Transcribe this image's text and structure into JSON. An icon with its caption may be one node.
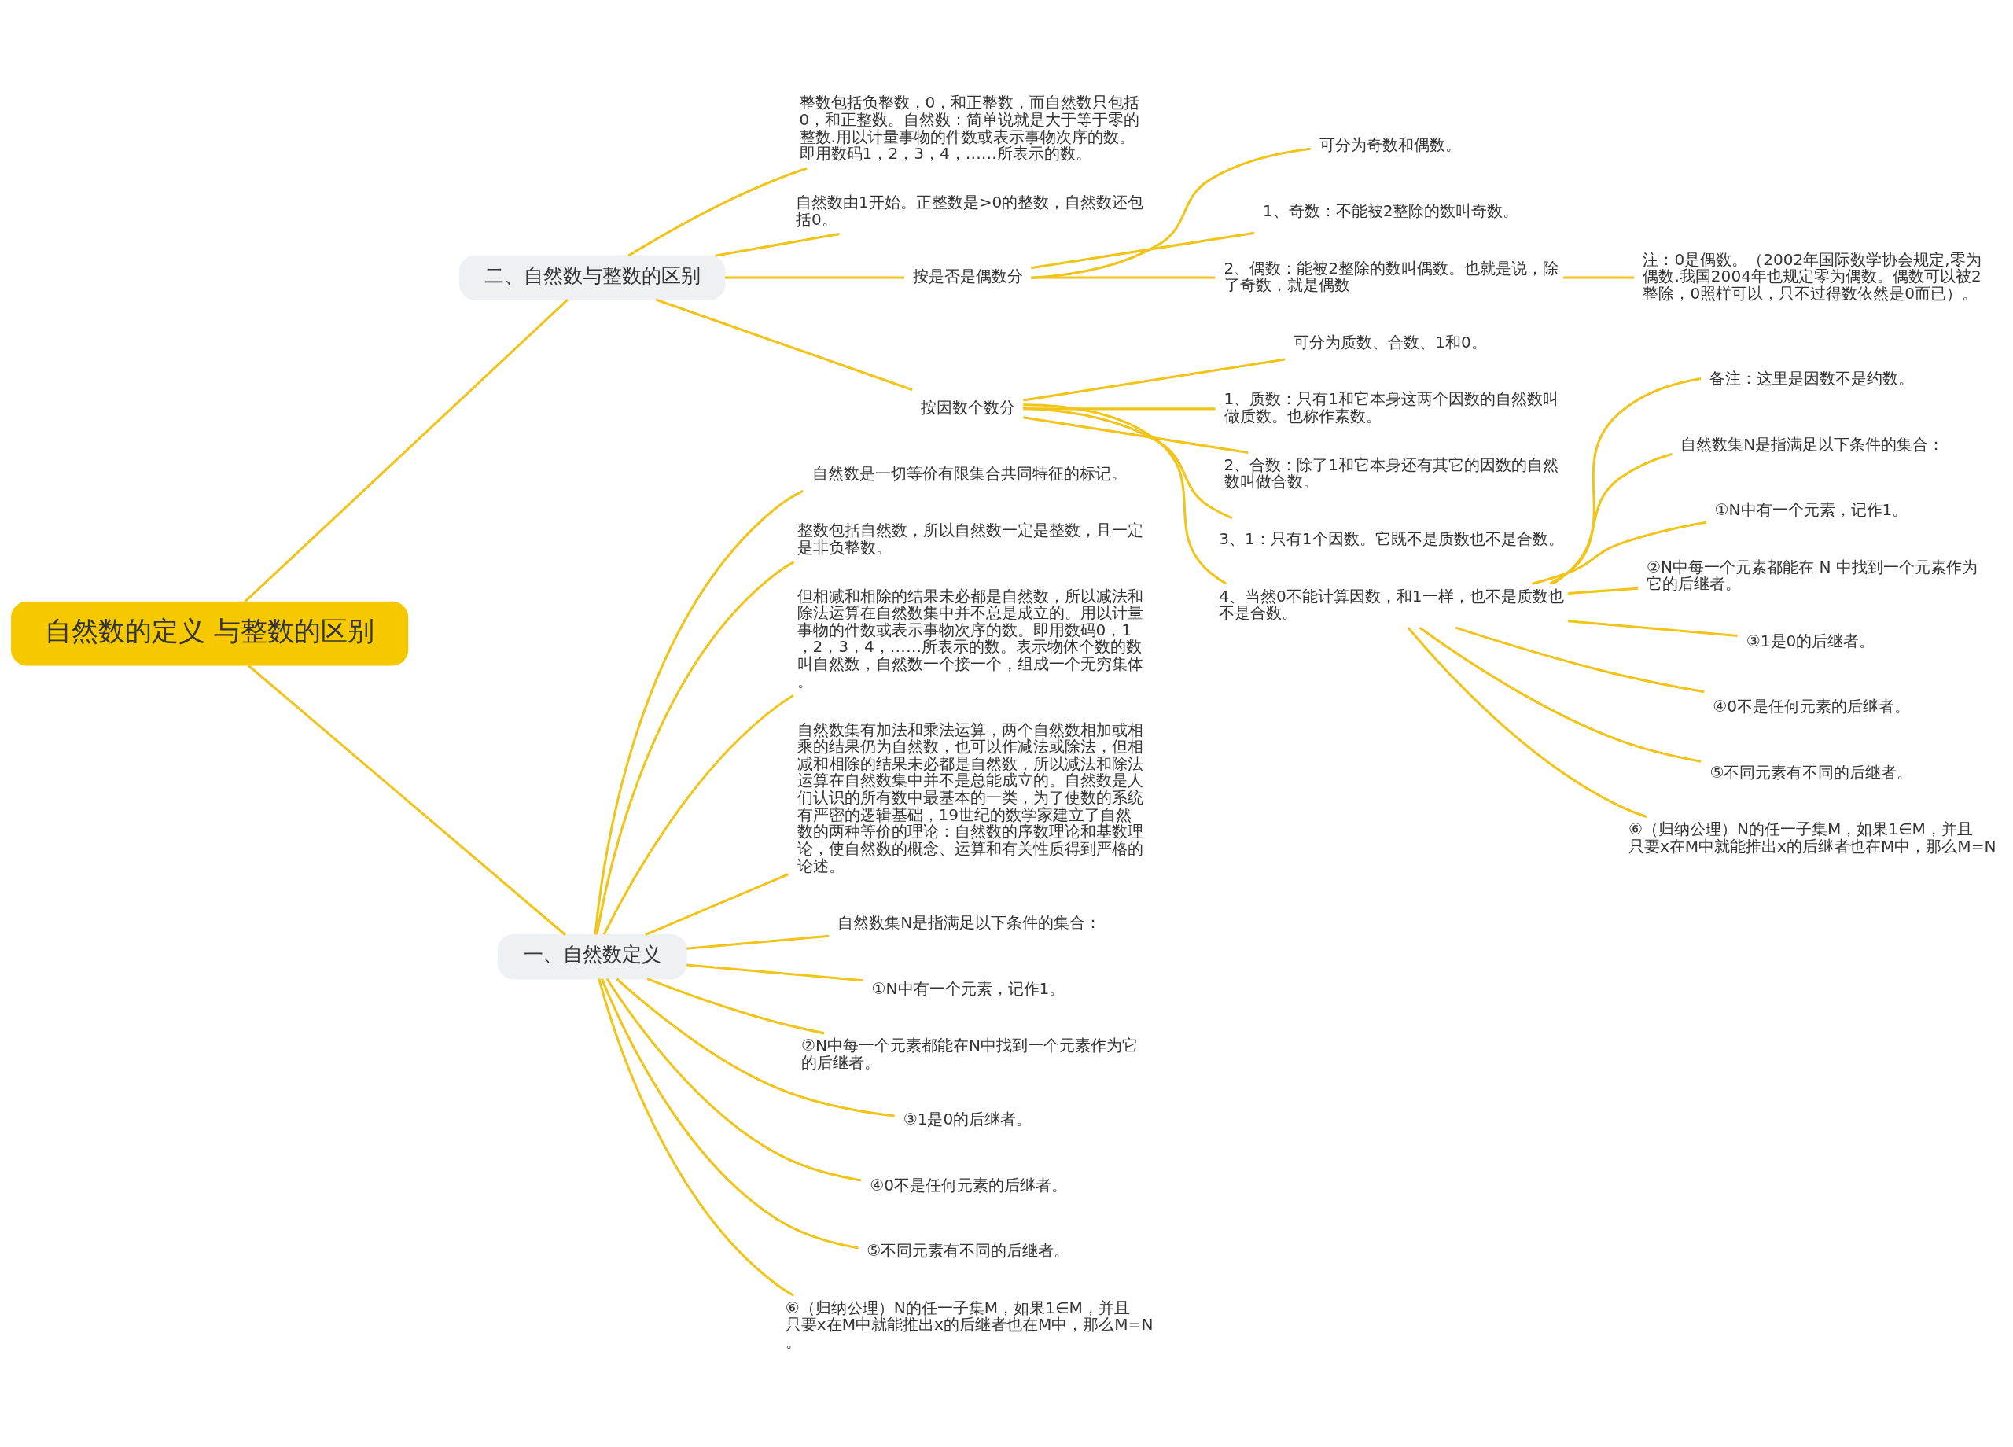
{
  "diagram": {
    "nodes": [
      {
        "text": [
          "自然数的定义 与整数的区别"
        ]
      },
      {
        "text": [
          "二、自然数与整数的区别"
        ]
      },
      {
        "text": [
          "整数包括负整数，0，和正整数，而自然数只包括0，和正整数。自然数：简单说就是大于等于零的整数.用以计量事物的件数或表示事物次序的数。即用数码1，2，3，4，……所表示的数。"
        ]
      },
      {
        "text": [
          "自然数由1开始。正整数是>0的整数，自然数还包括0。"
        ]
      },
      {
        "text": [
          "按是否是偶数分"
        ]
      },
      {
        "text": [
          "可分为奇数和偶数。"
        ]
      },
      {
        "text": [
          "1、奇数：不能被2整除的数叫奇数。"
        ]
      },
      {
        "text": [
          "2、偶数：能被2整除的数叫偶数。也就是说，除了奇数，就是偶数"
        ]
      },
      {
        "text": [
          "注：0是偶数。（2002年国际数学协会规定,零为偶数.我国2004年也规定零为偶数。偶数可以被2整除，0照样可以，只不过得数依然是0而已）。"
        ]
      },
      {
        "text": [
          "按因数个数分"
        ]
      },
      {
        "text": [
          "可分为质数、合数、1和0。"
        ]
      },
      {
        "text": [
          "1、质数：只有1和它本身这两个因数的自然数叫做质数。也称作素数。"
        ]
      },
      {
        "text": [
          "2、合数：除了1和它本身还有其它的因数的自然数叫做合数。"
        ]
      },
      {
        "text": [
          "3、1：只有1个因数。它既不是质数也不是合数。"
        ]
      },
      {
        "text": [
          "4、当然0不能计算因数，和1一样，也不是质数也不是合数。"
        ]
      },
      {
        "text": [
          "备注：这里是因数不是约数。"
        ]
      },
      {
        "text": [
          "自然数集N是指满足以下条件的集合："
        ]
      },
      {
        "text": [
          "①N中有一个元素，记作1。"
        ]
      },
      {
        "text": [
          "②N中每一个元素都能在 N 中找到一个元素作为它的后继者。"
        ]
      },
      {
        "text": [
          "③1是0的后继者。"
        ]
      },
      {
        "text": [
          "④0不是任何元素的后继者。"
        ]
      },
      {
        "text": [
          "⑤不同元素有不同的后继者。"
        ]
      },
      {
        "text": [
          "⑥（归纳公理）N的任一子集M，如果1∈M，并且只要x在M中就能推出x的后继者也在M中，那么M=N"
        ]
      },
      {
        "text": [
          "一、自然数定义"
        ]
      },
      {
        "text": [
          "自然数是一切等价有限集合共同特征的标记。"
        ]
      },
      {
        "text": [
          "整数包括自然数，所以自然数一定是整数，且一定是非负整数。"
        ]
      },
      {
        "text": [
          "但相减和相除的结果未必都是自然数，所以减法和除法运算在自然数集中并不总是成立的。用以计量事物的件数或表示事物次序的数。即用数码0，1，2，3，4，……所表示的数。表示物体个数的数叫自然数，自然数一个接一个，组成一个无穷集体。"
        ]
      },
      {
        "text": [
          "自然数集有加法和乘法运算，两个自然数相加或相乘的结果仍为自然数，也可以作减法或除法，但相减和相除的结果未必都是自然数，所以减法和除法运算在自然数集中并不是总能成立的。自然数是人们认识的所有数中最基本的一类，为了使数的系统有严密的逻辑基础，19世纪的数学家建立了自然数的两种等价的理论：自然数的序数理论和基数理论，使自然数的概念、运算和有关性质得到严格的论述。"
        ]
      },
      {
        "text": [
          "自然数集N是指满足以下条件的集合："
        ]
      },
      {
        "text": [
          "①N中有一个元素，记作1。"
        ]
      },
      {
        "text": [
          "②N中每一个元素都能在N中找到一个元素作为它的后继者。"
        ]
      },
      {
        "text": [
          "③1是0的后继者。"
        ]
      },
      {
        "text": [
          "④0不是任何元素的后继者。"
        ]
      },
      {
        "text": [
          "⑤不同元素有不同的后继者。"
        ]
      },
      {
        "text": [
          "⑥（归纳公理）N的任一子集M，如果1∈M，并且只要x在M中就能推出x的后继者也在M中，那么M=N。"
        ]
      }
    ],
    "edges": [
      {
        "from": 0,
        "to": 1,
        "arrow": "none"
      },
      {
        "from": 1,
        "to": 2,
        "arrow": "none"
      },
      {
        "from": 1,
        "to": 3,
        "arrow": "none"
      },
      {
        "from": 1,
        "to": 4,
        "arrow": "none"
      },
      {
        "from": 4,
        "to": 5,
        "arrow": "none"
      },
      {
        "from": 4,
        "to": 6,
        "arrow": "none"
      },
      {
        "from": 4,
        "to": 7,
        "arrow": "none"
      },
      {
        "from": 7,
        "to": 8,
        "arrow": "none"
      },
      {
        "from": 1,
        "to": 9,
        "arrow": "none"
      },
      {
        "from": 9,
        "to": 10,
        "arrow": "none"
      },
      {
        "from": 9,
        "to": 11,
        "arrow": "none"
      },
      {
        "from": 9,
        "to": 12,
        "arrow": "none"
      },
      {
        "from": 9,
        "to": 13,
        "arrow": "none"
      },
      {
        "from": 9,
        "to": 14,
        "arrow": "none"
      },
      {
        "from": 14,
        "to": 15,
        "arrow": "none"
      },
      {
        "from": 14,
        "to": 16,
        "arrow": "none"
      },
      {
        "from": 14,
        "to": 17,
        "arrow": "none"
      },
      {
        "from": 14,
        "to": 18,
        "arrow": "none"
      },
      {
        "from": 14,
        "to": 19,
        "arrow": "none"
      },
      {
        "from": 14,
        "to": 20,
        "arrow": "none"
      },
      {
        "from": 14,
        "to": 21,
        "arrow": "none"
      },
      {
        "from": 14,
        "to": 22,
        "arrow": "none"
      },
      {
        "from": 0,
        "to": 23,
        "arrow": "none"
      },
      {
        "from": 23,
        "to": 24,
        "arrow": "none"
      },
      {
        "from": 23,
        "to": 25,
        "arrow": "none"
      },
      {
        "from": 23,
        "to": 26,
        "arrow": "none"
      },
      {
        "from": 23,
        "to": 27,
        "arrow": "none"
      },
      {
        "from": 23,
        "to": 28,
        "arrow": "none"
      },
      {
        "from": 23,
        "to": 29,
        "arrow": "none"
      },
      {
        "from": 23,
        "to": 30,
        "arrow": "none"
      },
      {
        "from": 23,
        "to": 31,
        "arrow": "none"
      },
      {
        "from": 23,
        "to": 32,
        "arrow": "none"
      },
      {
        "from": 23,
        "to": 33,
        "arrow": "none"
      },
      {
        "from": 23,
        "to": 34,
        "arrow": "none"
      }
    ]
  }
}
